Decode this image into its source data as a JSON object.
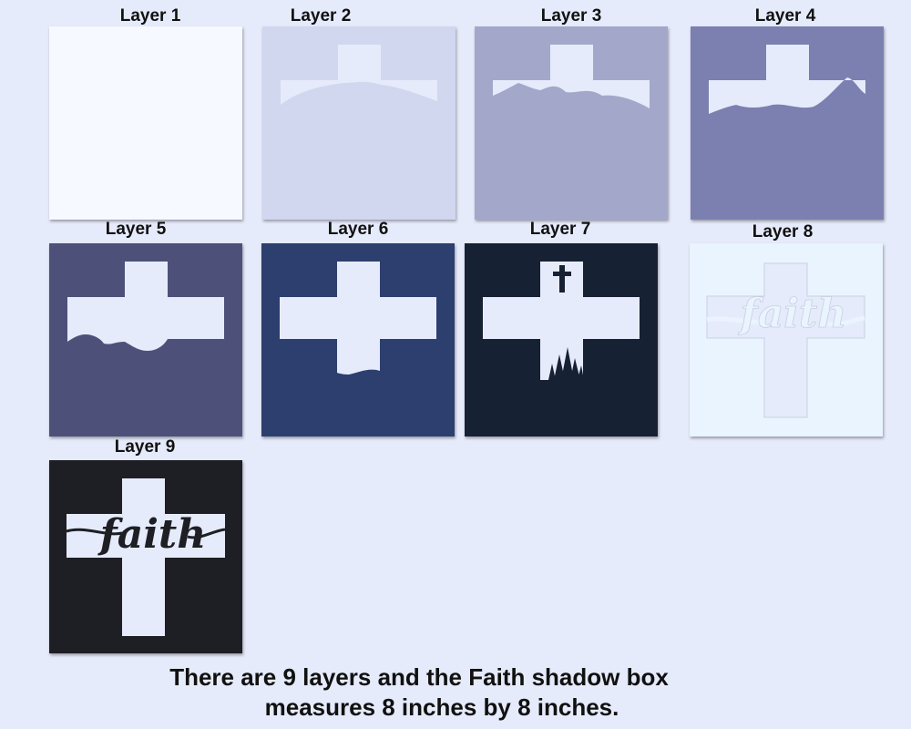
{
  "layers": [
    {
      "label": "Layer 1",
      "color": "#f6f9ff"
    },
    {
      "label": "Layer 2",
      "color": "#d2d7f0"
    },
    {
      "label": "Layer 3",
      "color": "#a3a8cb"
    },
    {
      "label": "Layer 4",
      "color": "#7b80b0"
    },
    {
      "label": "Layer 5",
      "color": "#4d5179"
    },
    {
      "label": "Layer 6",
      "color": "#2d3f6e"
    },
    {
      "label": "Layer 7",
      "color": "#172134"
    },
    {
      "label": "Layer 8",
      "color": "#e9f4ff"
    },
    {
      "label": "Layer 9",
      "color": "#1d1f24"
    }
  ],
  "cutout_color": "#e6ebfb",
  "faith_word": "faith",
  "caption": {
    "line1": "There are 9 layers and the Faith shadow box",
    "line2": "measures 8 inches by 8 inches."
  }
}
